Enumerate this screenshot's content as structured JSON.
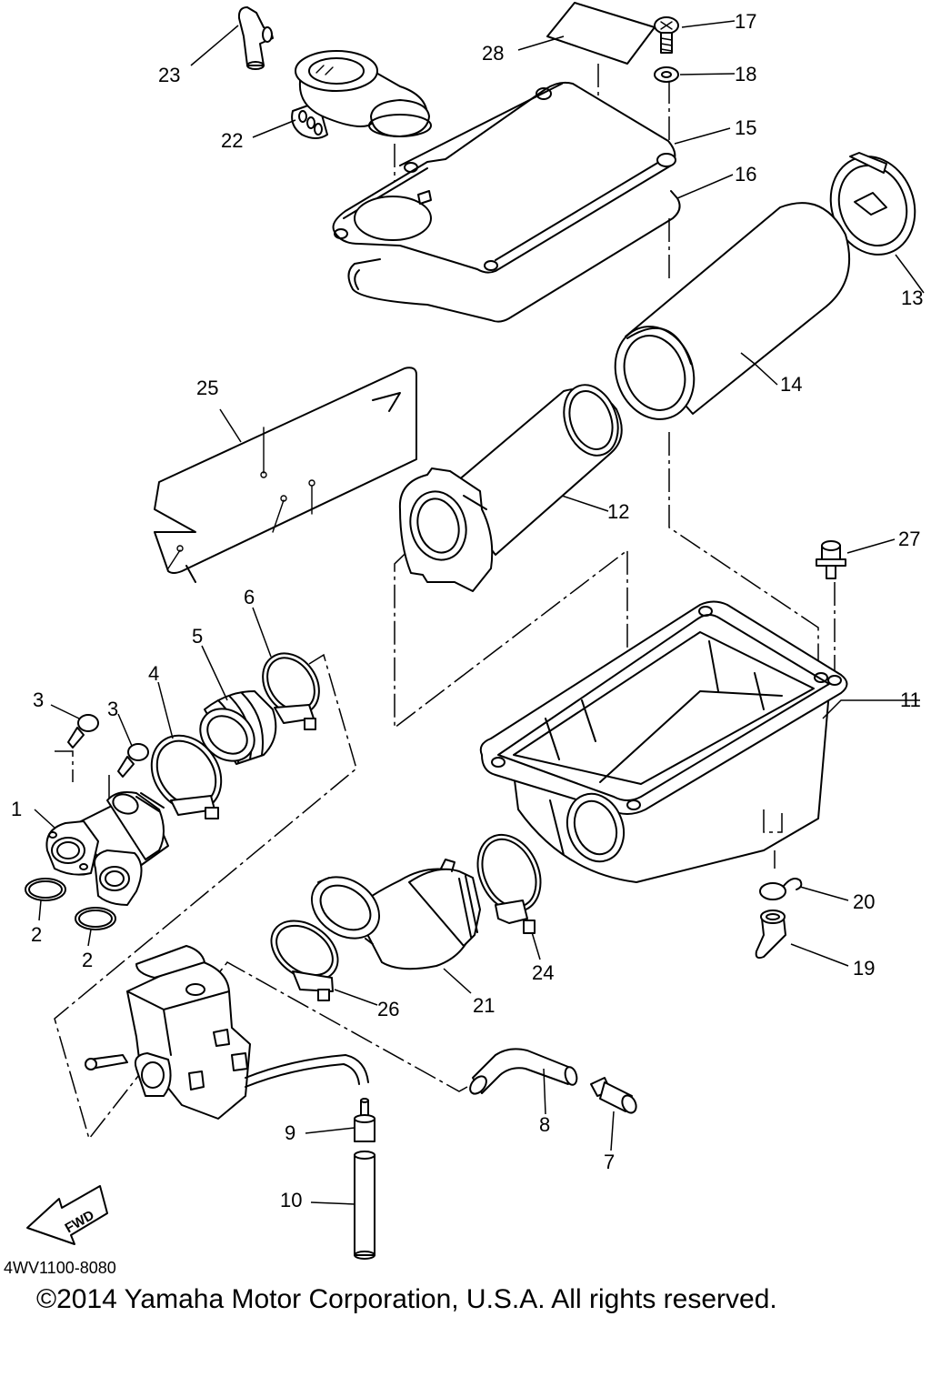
{
  "diagram": {
    "callouts": [
      {
        "id": "1",
        "text": "1"
      },
      {
        "id": "2a",
        "text": "2"
      },
      {
        "id": "2b",
        "text": "2"
      },
      {
        "id": "3a",
        "text": "3"
      },
      {
        "id": "3b",
        "text": "3"
      },
      {
        "id": "4",
        "text": "4"
      },
      {
        "id": "5",
        "text": "5"
      },
      {
        "id": "6",
        "text": "6"
      },
      {
        "id": "7",
        "text": "7"
      },
      {
        "id": "8",
        "text": "8"
      },
      {
        "id": "9",
        "text": "9"
      },
      {
        "id": "10",
        "text": "10"
      },
      {
        "id": "11",
        "text": "11"
      },
      {
        "id": "12",
        "text": "12"
      },
      {
        "id": "13",
        "text": "13"
      },
      {
        "id": "14",
        "text": "14"
      },
      {
        "id": "15",
        "text": "15"
      },
      {
        "id": "16",
        "text": "16"
      },
      {
        "id": "17",
        "text": "17"
      },
      {
        "id": "18",
        "text": "18"
      },
      {
        "id": "19",
        "text": "19"
      },
      {
        "id": "20",
        "text": "20"
      },
      {
        "id": "21",
        "text": "21"
      },
      {
        "id": "22",
        "text": "22"
      },
      {
        "id": "23",
        "text": "23"
      },
      {
        "id": "24",
        "text": "24"
      },
      {
        "id": "25",
        "text": "25"
      },
      {
        "id": "26",
        "text": "26"
      },
      {
        "id": "27",
        "text": "27"
      },
      {
        "id": "28",
        "text": "28"
      }
    ],
    "fwd_label": "FWD",
    "diagram_code": "4WV1100-8080",
    "copyright": "©2014 Yamaha Motor Corporation, U.S.A. All rights reserved."
  }
}
